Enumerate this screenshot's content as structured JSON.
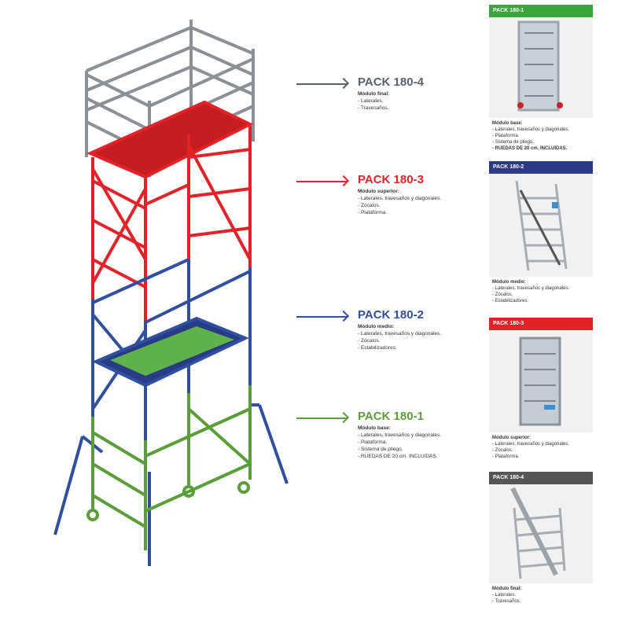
{
  "colors": {
    "pack1": "#5a9e3a",
    "pack2": "#2f4fa0",
    "pack3": "#e32228",
    "pack4": "#59626b",
    "header4": "#555555",
    "header2": "#2b3a86"
  },
  "labels": [
    {
      "title": "PACK 180-4",
      "heading": "Módulo final:",
      "items": [
        "- Laterales.",
        "- Travesaños."
      ]
    },
    {
      "title": "PACK 180-3",
      "heading": "Módulo superior:",
      "items": [
        "- Laterales, travesaños y diagonales.",
        "- Zócalos.",
        "- Plataforma."
      ]
    },
    {
      "title": "PACK 180-2",
      "heading": "Módulo medio:",
      "items": [
        "- Laterales, travesaños y diagonales.",
        "- Zócalos.",
        "- Estabilizadores."
      ]
    },
    {
      "title": "PACK 180-1",
      "heading": "Módulo base:",
      "items": [
        "- Laterales, travesaños y diagonales.",
        "- Plataforma.",
        "- Sistema de pliego.",
        "- RUEDAS DE 20 cm. INCLUIDAS."
      ]
    }
  ],
  "cards": [
    {
      "header": "PACK 180-1",
      "heading": "Módulo base:",
      "items": [
        "- Laterales, travesaños y diagonales.",
        "- Plataforma.",
        "- Sistema de pliego.",
        "- RUEDAS DE 20 cm. INCLUIDAS."
      ]
    },
    {
      "header": "PACK 180-2",
      "heading": "Módulo medio:",
      "items": [
        "- Laterales, travesaños y diagonales.",
        "- Zócalos.",
        "- Estabilizadores."
      ]
    },
    {
      "header": "PACK 180-3",
      "heading": "Módulo superior:",
      "items": [
        "- Laterales, travesaños y diagonales.",
        "- Zócalos.",
        "- Plataforma."
      ]
    },
    {
      "header": "PACK 180-4",
      "heading": "Módulo final:",
      "items": [
        "- Laterales.",
        "- Travesaños."
      ]
    }
  ]
}
